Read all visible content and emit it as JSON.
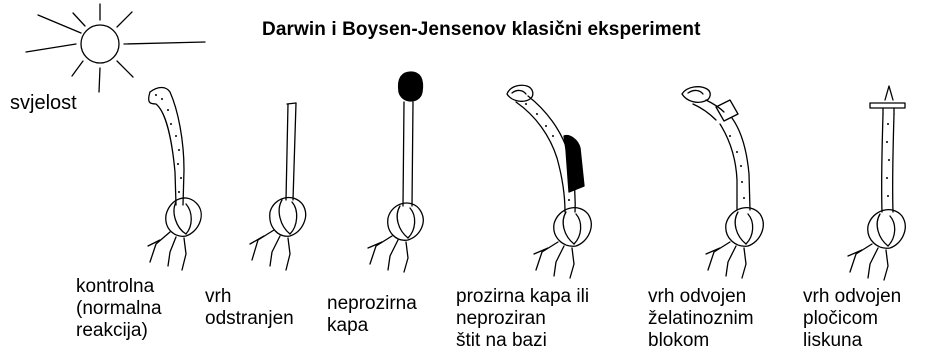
{
  "title": "Darwin i Boysen-Jensenov klasični eksperiment",
  "light_label": "svjelost",
  "seedlings": [
    {
      "lines": [
        "kontrolna",
        "(normalna",
        "reakcija)"
      ]
    },
    {
      "lines": [
        "vrh",
        "odstranjen"
      ]
    },
    {
      "lines": [
        "neprozirna",
        "kapa"
      ]
    },
    {
      "lines": [
        "prozirna kapa ili",
        "neproziran",
        "štit na bazi"
      ]
    },
    {
      "lines": [
        "vrh odvojen",
        "želatinoznim",
        "blokom"
      ]
    },
    {
      "lines": [
        "vrh odvojen",
        "pločicom",
        "liskuna"
      ]
    }
  ]
}
